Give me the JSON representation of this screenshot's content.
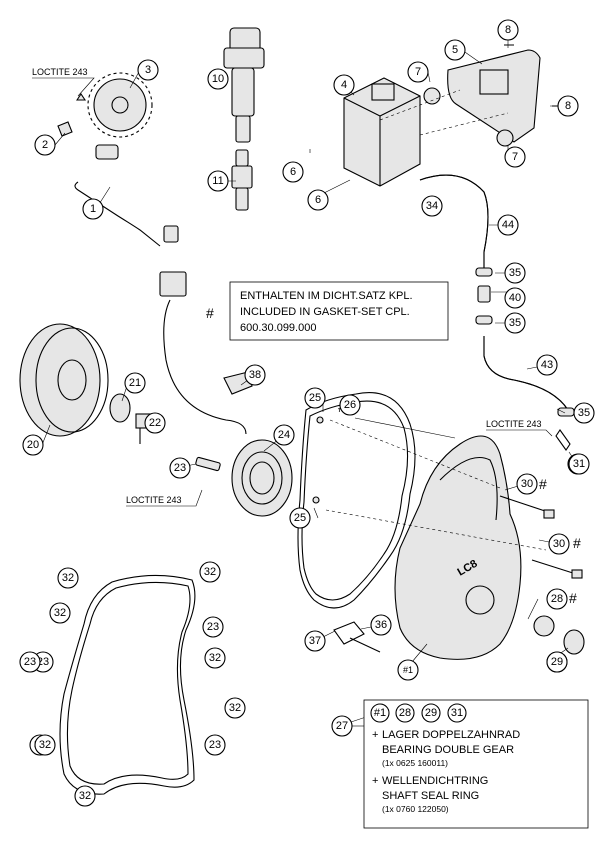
{
  "callouts": [
    {
      "n": "1"
    },
    {
      "n": "2"
    },
    {
      "n": "3"
    },
    {
      "n": "4"
    },
    {
      "n": "5"
    },
    {
      "n": "6"
    },
    {
      "n": "6"
    },
    {
      "n": "7"
    },
    {
      "n": "7"
    },
    {
      "n": "8"
    },
    {
      "n": "8"
    },
    {
      "n": "10"
    },
    {
      "n": "11"
    },
    {
      "n": "20"
    },
    {
      "n": "21"
    },
    {
      "n": "22"
    },
    {
      "n": "23"
    },
    {
      "n": "24"
    },
    {
      "n": "25"
    },
    {
      "n": "25"
    },
    {
      "n": "26"
    },
    {
      "n": "27"
    },
    {
      "n": "28"
    },
    {
      "n": "28"
    },
    {
      "n": "29"
    },
    {
      "n": "29"
    },
    {
      "n": "30"
    },
    {
      "n": "30"
    },
    {
      "n": "31"
    },
    {
      "n": "31"
    },
    {
      "n": "32"
    },
    {
      "n": "32"
    },
    {
      "n": "32"
    },
    {
      "n": "32"
    },
    {
      "n": "32"
    },
    {
      "n": "32"
    },
    {
      "n": "32"
    },
    {
      "n": "32"
    },
    {
      "n": "23"
    },
    {
      "n": "23"
    },
    {
      "n": "23"
    },
    {
      "n": "23"
    },
    {
      "n": "34"
    },
    {
      "n": "35"
    },
    {
      "n": "35"
    },
    {
      "n": "35"
    },
    {
      "n": "36"
    },
    {
      "n": "37"
    },
    {
      "n": "38"
    },
    {
      "n": "40"
    },
    {
      "n": "43"
    },
    {
      "n": "44"
    }
  ],
  "loctite": {
    "label": "LOCTITE 243"
  },
  "gasket_note": {
    "hash": "#",
    "line1": "ENTHALTEN IM DICHT.SATZ KPL.",
    "line2": "INCLUDED IN GASKET-SET CPL.",
    "line3": "600.30.099.000"
  },
  "hash": "#",
  "cover_label": "#1",
  "legend": {
    "ref": "27",
    "items": [
      "#1",
      "28",
      "29",
      "31"
    ],
    "plus": "+",
    "line1": "LAGER DOPPELZAHNRAD",
    "line2": "BEARING DOUBLE GEAR",
    "line3": "(1x 0625 160011)",
    "line4": "WELLENDICHTRING",
    "line5": "SHAFT SEAL RING",
    "line6": "(1x 0760 122050)"
  }
}
